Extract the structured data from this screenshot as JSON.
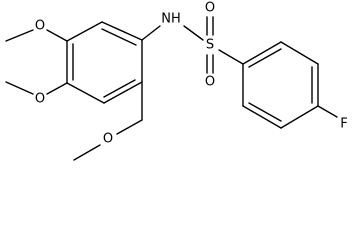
{
  "molecule": {
    "atoms": {
      "nh": "NH",
      "sulfur": "S",
      "oxygen_sulfonyl_top": "O",
      "oxygen_sulfonyl_bottom": "O",
      "fluorine": "F",
      "oxygen_methoxy_upper": "O",
      "oxygen_methoxy_lower": "O",
      "oxygen_methoxymethyl": "O"
    },
    "colors": {
      "bond": "#000000",
      "label": "#000000",
      "background": "#ffffff"
    }
  }
}
